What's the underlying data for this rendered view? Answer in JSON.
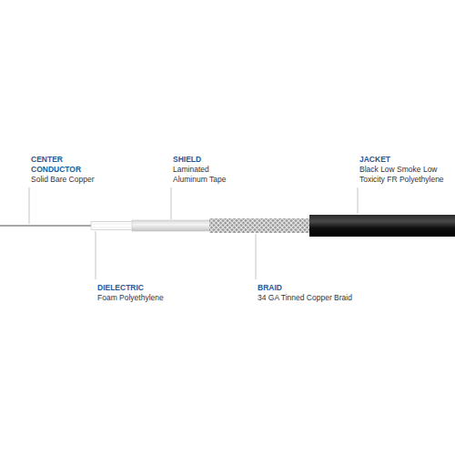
{
  "diagram": {
    "labels": [
      "CENTER CONDUCTOR",
      "Solid Bare Copper",
      "SHIELD",
      "Laminated Aluminum Tape",
      "JACKET",
      "Black Low Smoke Low Toxicity FR Polyethylene",
      "DIELECTRIC",
      "Foam Polyethylene",
      "BRAID",
      "34 GA Tinned Copper Braid"
    ]
  }
}
